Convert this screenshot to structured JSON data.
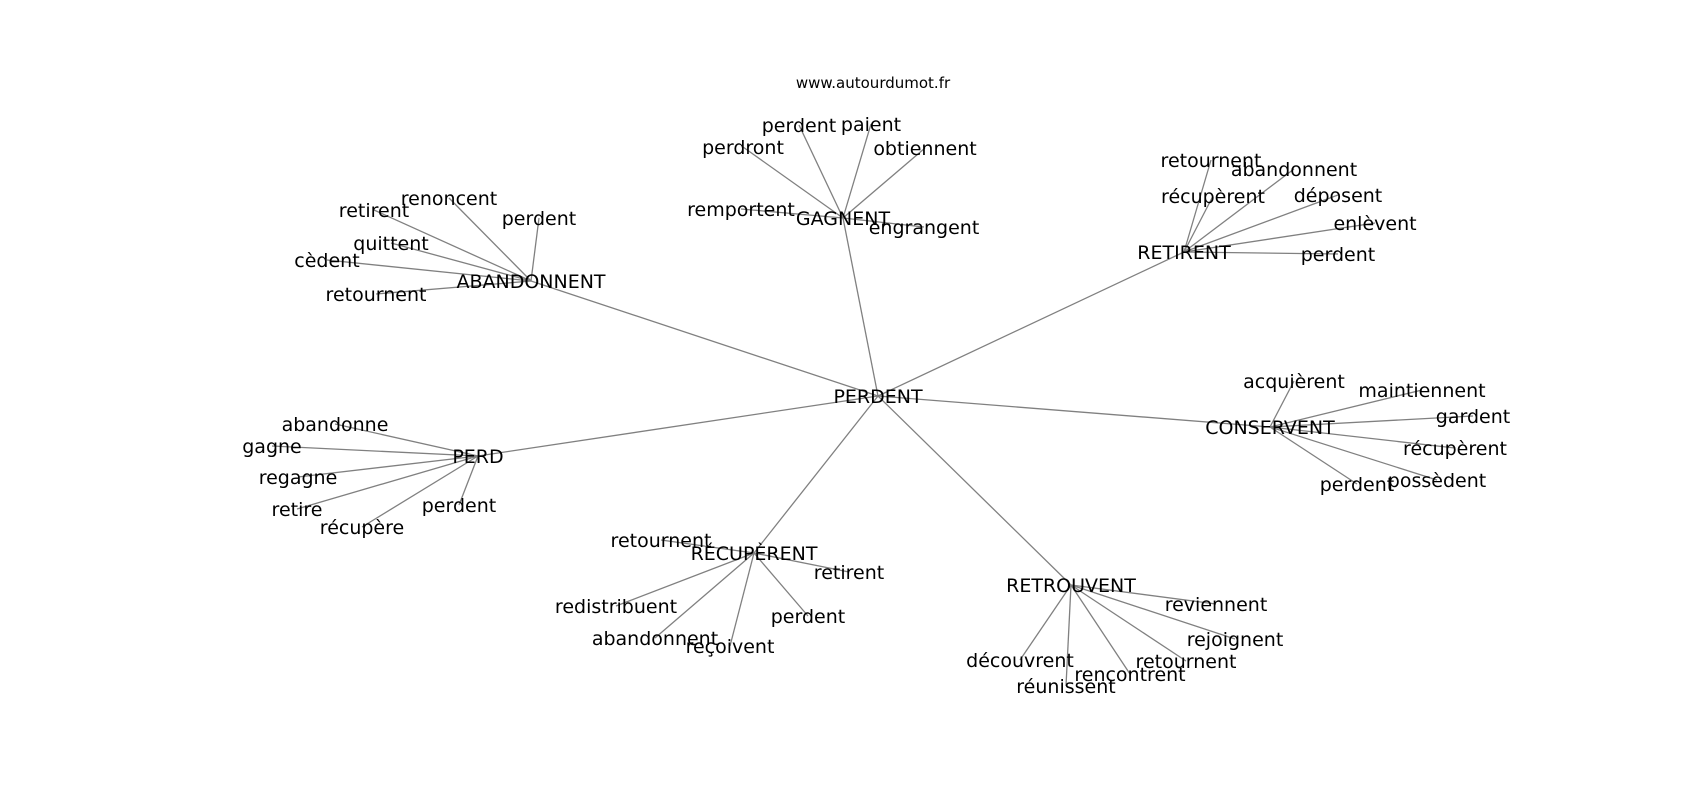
{
  "source": "www.autourdumot.fr",
  "center": "PERDENT",
  "clusters": [
    {
      "hub": "GAGNENT",
      "words": [
        "perdent",
        "paient",
        "perdront",
        "obtiennent",
        "remportent",
        "engrangent"
      ]
    },
    {
      "hub": "ABANDONNENT",
      "words": [
        "retirent",
        "renoncent",
        "perdent",
        "quittent",
        "cèdent",
        "retournent"
      ]
    },
    {
      "hub": "RETIRENT",
      "words": [
        "retournent",
        "abandonnent",
        "récupèrent",
        "déposent",
        "enlèvent",
        "perdent"
      ]
    },
    {
      "hub": "CONSERVENT",
      "words": [
        "acquièrent",
        "maintiennent",
        "gardent",
        "récupèrent",
        "perdent",
        "possèdent"
      ]
    },
    {
      "hub": "PERD",
      "words": [
        "abandonne",
        "gagne",
        "regagne",
        "retire",
        "récupère",
        "perdent"
      ]
    },
    {
      "hub": "RÉCUPÈRENT",
      "words": [
        "retournent",
        "retirent",
        "redistribuent",
        "perdent",
        "abandonnent",
        "reçoivent"
      ]
    },
    {
      "hub": "RETROUVENT",
      "words": [
        "reviennent",
        "rejoignent",
        "retournent",
        "découvrent",
        "rencontrent",
        "réunissent"
      ]
    }
  ]
}
